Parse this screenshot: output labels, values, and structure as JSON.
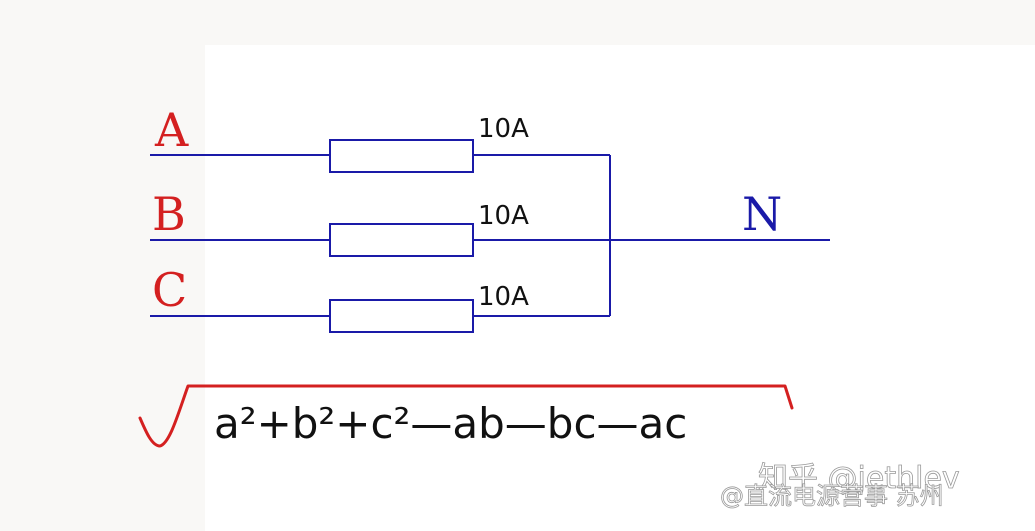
{
  "colors": {
    "wire": "#1a1aa8",
    "phase_label": "#d42020",
    "neutral_label": "#1a1aa8",
    "radical": "#d42020",
    "text": "#111111"
  },
  "branches": [
    {
      "phase": "A",
      "current": "10A"
    },
    {
      "phase": "B",
      "current": "10A"
    },
    {
      "phase": "C",
      "current": "10A"
    }
  ],
  "neutral": {
    "label": "N"
  },
  "formula": {
    "expression": "a²+b²+c²—ab—bc—ac"
  },
  "watermark": {
    "line1": "知乎 @jethlev",
    "line2": "@直流电源营事 苏州"
  }
}
